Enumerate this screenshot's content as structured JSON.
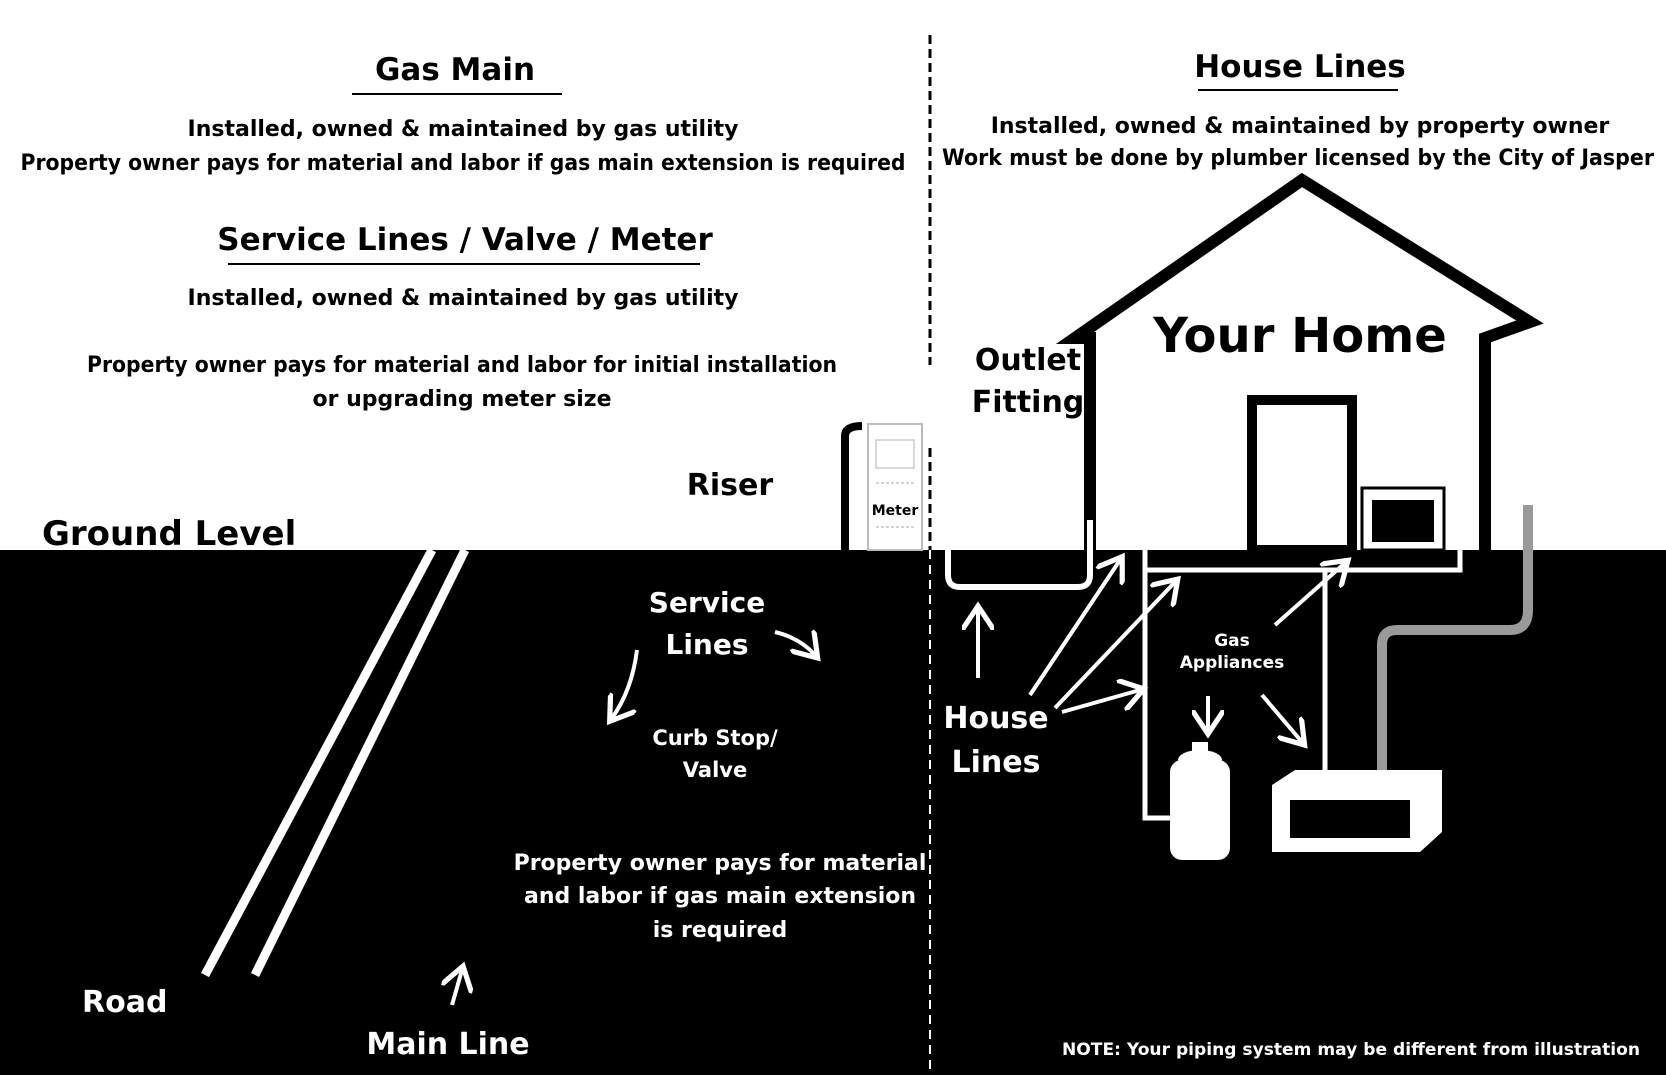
{
  "gas_main": {
    "title": "Gas Main",
    "line1": "Installed, owned & maintained by gas utility",
    "line2": "Property owner pays for material and labor if gas main extension is required"
  },
  "service": {
    "title": "Service Lines / Valve / Meter",
    "line1": "Installed, owned & maintained by gas utility",
    "line2": "Property owner pays for material and labor for initial installation",
    "line3": "or upgrading meter size"
  },
  "house_lines_header": {
    "title": "House Lines",
    "line1": "Installed, owned & maintained by property owner",
    "line2": "Work must be done by plumber licensed by the City of Jasper"
  },
  "labels": {
    "your_home": "Your Home",
    "outlet_1": "Outlet",
    "outlet_2": "Fitting",
    "riser": "Riser",
    "meter": "Meter",
    "ground_level": "Ground Level",
    "service_lines_1": "Service",
    "service_lines_2": "Lines",
    "curb_stop_1": "Curb Stop/",
    "curb_stop_2": "Valve",
    "house_lines_1": "House",
    "house_lines_2": "Lines",
    "gas_appliances_1": "Gas",
    "gas_appliances_2": "Appliances",
    "road": "Road",
    "main_line": "Main Line",
    "extension_1": "Property owner pays for material",
    "extension_2": "and labor if gas main extension",
    "extension_3": "is required",
    "note": "NOTE: Your piping system may be different from illustration"
  },
  "colors": {
    "ground": "#000000",
    "sky": "#ffffff",
    "lines_on_ground": "#ffffff",
    "text_on_sky": "#000000"
  }
}
